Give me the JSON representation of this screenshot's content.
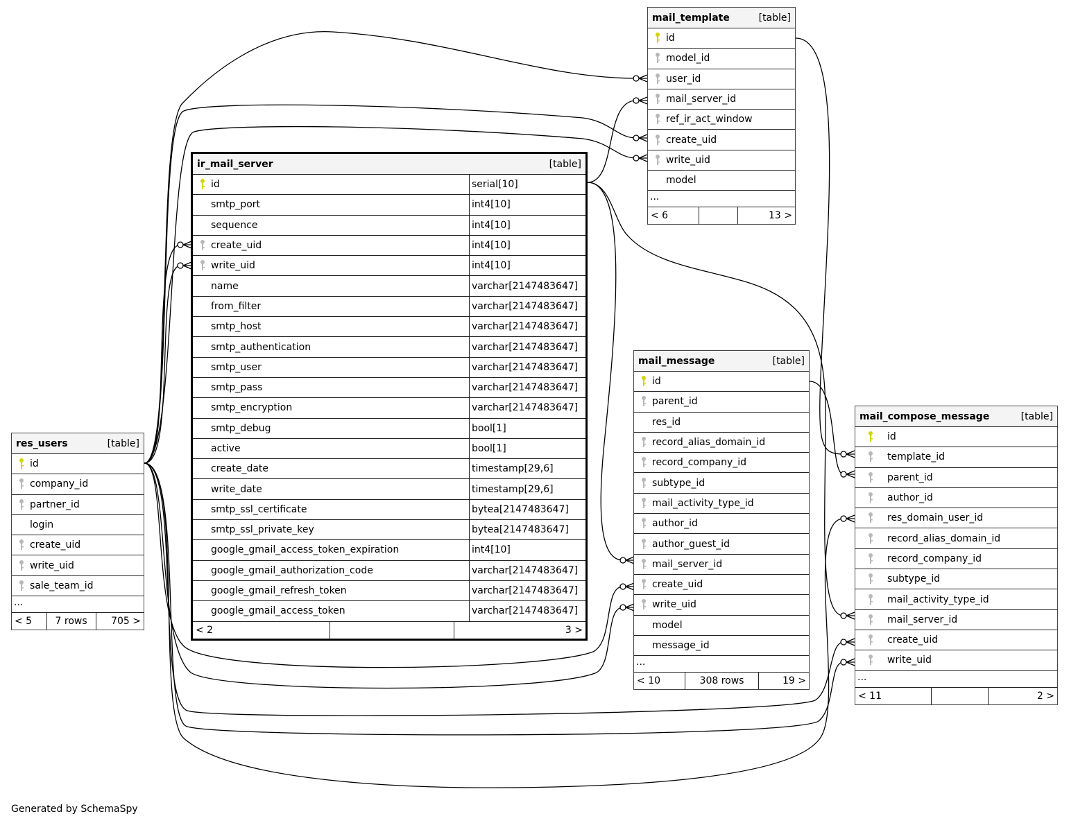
{
  "colors": {
    "pk": "#d4d400",
    "fk": "#b8b8b8",
    "header_bg": "#f4f4f4"
  },
  "tables": [
    {
      "id": "res_users",
      "name": "res_users",
      "kind": "[table]",
      "focus": false,
      "columns": [
        {
          "name": "id",
          "key": "pk"
        },
        {
          "name": "company_id",
          "key": "fk"
        },
        {
          "name": "partner_id",
          "key": "fk"
        },
        {
          "name": "login",
          "key": ""
        },
        {
          "name": "create_uid",
          "key": "fk"
        },
        {
          "name": "write_uid",
          "key": "fk"
        },
        {
          "name": "sale_team_id",
          "key": "fk"
        }
      ],
      "more": "...",
      "footer": {
        "left": "< 5",
        "mid": "7 rows",
        "right": "705 >"
      }
    },
    {
      "id": "ir_mail_server",
      "name": "ir_mail_server",
      "kind": "[table]",
      "focus": true,
      "columns": [
        {
          "name": "id",
          "key": "pk",
          "type": "serial[10]"
        },
        {
          "name": "smtp_port",
          "key": "",
          "type": "int4[10]"
        },
        {
          "name": "sequence",
          "key": "",
          "type": "int4[10]"
        },
        {
          "name": "create_uid",
          "key": "fk",
          "type": "int4[10]"
        },
        {
          "name": "write_uid",
          "key": "fk",
          "type": "int4[10]"
        },
        {
          "name": "name",
          "key": "",
          "type": "varchar[2147483647]"
        },
        {
          "name": "from_filter",
          "key": "",
          "type": "varchar[2147483647]"
        },
        {
          "name": "smtp_host",
          "key": "",
          "type": "varchar[2147483647]"
        },
        {
          "name": "smtp_authentication",
          "key": "",
          "type": "varchar[2147483647]"
        },
        {
          "name": "smtp_user",
          "key": "",
          "type": "varchar[2147483647]"
        },
        {
          "name": "smtp_pass",
          "key": "",
          "type": "varchar[2147483647]"
        },
        {
          "name": "smtp_encryption",
          "key": "",
          "type": "varchar[2147483647]"
        },
        {
          "name": "smtp_debug",
          "key": "",
          "type": "bool[1]"
        },
        {
          "name": "active",
          "key": "",
          "type": "bool[1]"
        },
        {
          "name": "create_date",
          "key": "",
          "type": "timestamp[29,6]"
        },
        {
          "name": "write_date",
          "key": "",
          "type": "timestamp[29,6]"
        },
        {
          "name": "smtp_ssl_certificate",
          "key": "",
          "type": "bytea[2147483647]"
        },
        {
          "name": "smtp_ssl_private_key",
          "key": "",
          "type": "bytea[2147483647]"
        },
        {
          "name": "google_gmail_access_token_expiration",
          "key": "",
          "type": "int4[10]"
        },
        {
          "name": "google_gmail_authorization_code",
          "key": "",
          "type": "varchar[2147483647]"
        },
        {
          "name": "google_gmail_refresh_token",
          "key": "",
          "type": "varchar[2147483647]"
        },
        {
          "name": "google_gmail_access_token",
          "key": "",
          "type": "varchar[2147483647]"
        }
      ],
      "more": null,
      "footer": {
        "left": "< 2",
        "mid": "",
        "right": "3 >"
      }
    },
    {
      "id": "mail_template",
      "name": "mail_template",
      "kind": "[table]",
      "focus": false,
      "columns": [
        {
          "name": "id",
          "key": "pk"
        },
        {
          "name": "model_id",
          "key": "fk"
        },
        {
          "name": "user_id",
          "key": "fk"
        },
        {
          "name": "mail_server_id",
          "key": "fk"
        },
        {
          "name": "ref_ir_act_window",
          "key": "fk"
        },
        {
          "name": "create_uid",
          "key": "fk"
        },
        {
          "name": "write_uid",
          "key": "fk"
        },
        {
          "name": "model",
          "key": ""
        }
      ],
      "more": "...",
      "footer": {
        "left": "< 6",
        "mid": "",
        "right": "13 >"
      }
    },
    {
      "id": "mail_message",
      "name": "mail_message",
      "kind": "[table]",
      "focus": false,
      "columns": [
        {
          "name": "id",
          "key": "pk"
        },
        {
          "name": "parent_id",
          "key": "fk"
        },
        {
          "name": "res_id",
          "key": ""
        },
        {
          "name": "record_alias_domain_id",
          "key": "fk"
        },
        {
          "name": "record_company_id",
          "key": "fk"
        },
        {
          "name": "subtype_id",
          "key": "fk"
        },
        {
          "name": "mail_activity_type_id",
          "key": "fk"
        },
        {
          "name": "author_id",
          "key": "fk"
        },
        {
          "name": "author_guest_id",
          "key": "fk"
        },
        {
          "name": "mail_server_id",
          "key": "fk"
        },
        {
          "name": "create_uid",
          "key": "fk"
        },
        {
          "name": "write_uid",
          "key": "fk"
        },
        {
          "name": "model",
          "key": ""
        },
        {
          "name": "message_id",
          "key": ""
        }
      ],
      "more": "...",
      "footer": {
        "left": "< 10",
        "mid": "308 rows",
        "right": "19 >"
      }
    },
    {
      "id": "mail_compose_message",
      "name": "mail_compose_message",
      "kind": "[table]",
      "focus": false,
      "columns": [
        {
          "name": "id",
          "key": "pk"
        },
        {
          "name": "template_id",
          "key": "fk"
        },
        {
          "name": "parent_id",
          "key": "fk"
        },
        {
          "name": "author_id",
          "key": "fk"
        },
        {
          "name": "res_domain_user_id",
          "key": "fk"
        },
        {
          "name": "record_alias_domain_id",
          "key": "fk"
        },
        {
          "name": "record_company_id",
          "key": "fk"
        },
        {
          "name": "subtype_id",
          "key": "fk"
        },
        {
          "name": "mail_activity_type_id",
          "key": "fk"
        },
        {
          "name": "mail_server_id",
          "key": "fk"
        },
        {
          "name": "create_uid",
          "key": "fk"
        },
        {
          "name": "write_uid",
          "key": "fk"
        }
      ],
      "more": "...",
      "footer": {
        "left": "< 11",
        "mid": "",
        "right": "2 >"
      }
    }
  ],
  "credit": "Generated by SchemaSpy"
}
